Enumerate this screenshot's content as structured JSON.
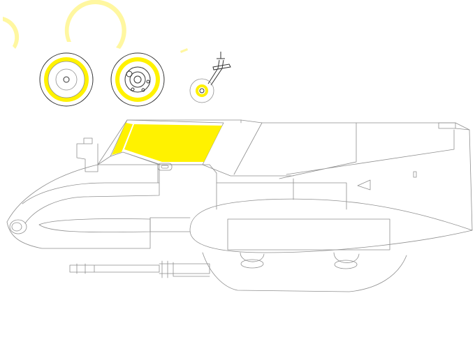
{
  "colors": {
    "mask": "#fff200",
    "mask_light": "#fff7a0",
    "outline": "#8f8f8f",
    "dark_detail": "#333333",
    "background": "#ffffff"
  },
  "parts": [
    {
      "name": "main-wheel-hub-mask-left"
    },
    {
      "name": "main-wheel-hub-mask-right"
    },
    {
      "name": "nose-wheel-mask"
    },
    {
      "name": "canopy-windscreen-mask"
    },
    {
      "name": "canopy-main-glazing-mask"
    },
    {
      "name": "partial-circle-masks"
    }
  ]
}
